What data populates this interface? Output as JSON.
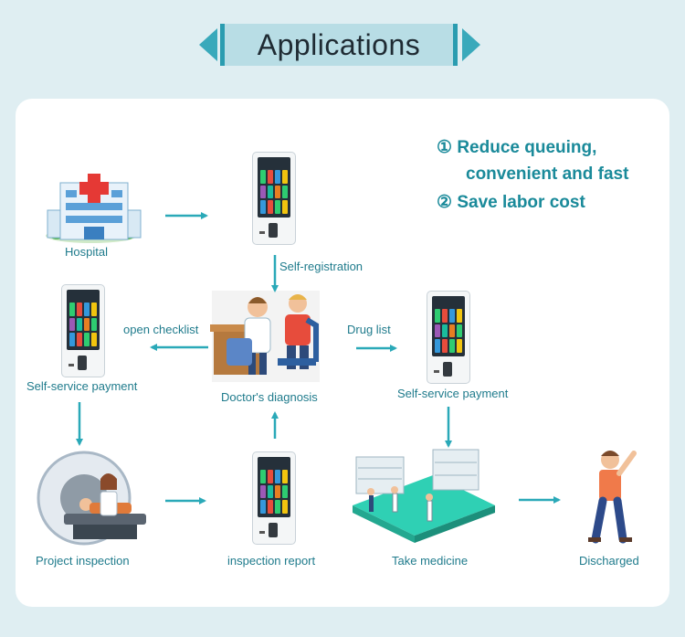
{
  "banner": {
    "title": "Applications"
  },
  "benefits": [
    {
      "num": "①",
      "text": "Reduce queuing,"
    },
    {
      "num": "",
      "text": "convenient and fast"
    },
    {
      "num": "②",
      "text": "Save labor cost"
    }
  ],
  "nodes": {
    "hospital": "Hospital",
    "self_registration": "Self-registration",
    "open_checklist": "open checklist",
    "self_service_payment_left": "Self-service payment",
    "doctors_diagnosis": "Doctor's diagnosis",
    "drug_list": "Drug list",
    "self_service_payment_right": "Self-service payment",
    "project_inspection": "Project inspection",
    "inspection_report": "inspection report",
    "take_medicine": "Take medicine",
    "discharged": "Discharged"
  },
  "colors": {
    "accent": "#2aa9b8",
    "text": "#1f7b8c",
    "banner_bg": "#b8dde5"
  }
}
